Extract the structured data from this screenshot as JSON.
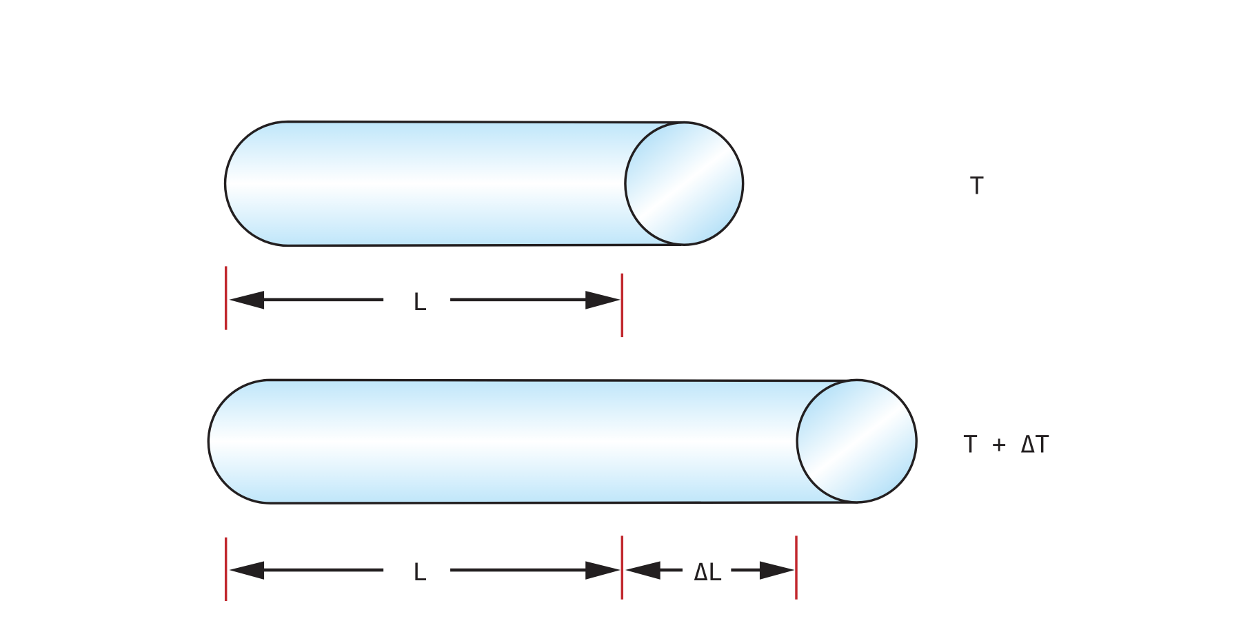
{
  "diagram": {
    "top": {
      "temperature_label": "T",
      "length_label": "L"
    },
    "bottom": {
      "temperature_label": "T + ΔT",
      "length_label": "L",
      "delta_length_label": "ΔL"
    },
    "colors": {
      "outline": "#231f20",
      "cylinder_edge": "#bfe6fa",
      "cylinder_center": "#ffffff",
      "dimension_tick": "#c1272d"
    }
  }
}
